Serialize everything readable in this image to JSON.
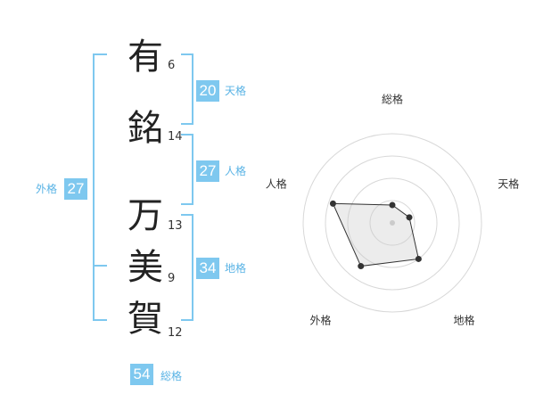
{
  "name": {
    "chars": [
      {
        "char": "有",
        "strokes": "6"
      },
      {
        "char": "銘",
        "strokes": "14"
      },
      {
        "char": "万",
        "strokes": "13"
      },
      {
        "char": "美",
        "strokes": "9"
      },
      {
        "char": "賀",
        "strokes": "12"
      }
    ]
  },
  "scores": {
    "tenkaku": {
      "value": "20",
      "label": "天格"
    },
    "jinkaku": {
      "value": "27",
      "label": "人格"
    },
    "chikaku": {
      "value": "34",
      "label": "地格"
    },
    "gaikaku": {
      "value": "27",
      "label": "外格"
    },
    "soukaku": {
      "value": "54",
      "label": "総格"
    }
  },
  "colors": {
    "accent": "#7ec8ef",
    "label": "#59b3e5"
  },
  "chart_data": {
    "type": "radar",
    "categories": [
      "総格",
      "天格",
      "地格",
      "外格",
      "人格"
    ],
    "values": [
      0.2,
      0.2,
      0.5,
      0.6,
      0.7
    ],
    "rings": 4,
    "ylim": [
      0,
      1
    ]
  }
}
